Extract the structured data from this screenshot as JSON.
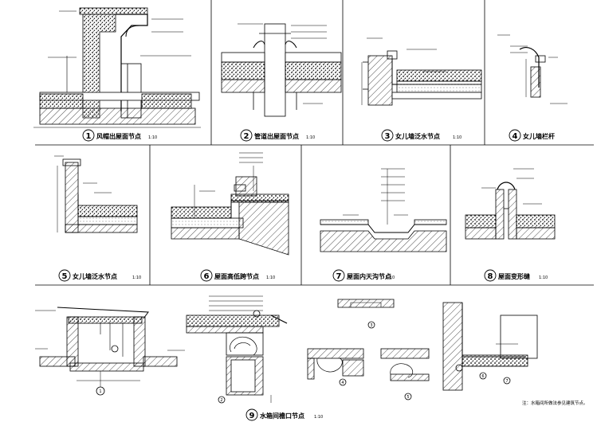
{
  "details": [
    {
      "num": "1",
      "title": "风帽出屋面节点",
      "scale": "1:10"
    },
    {
      "num": "2",
      "title": "管道出屋面节点",
      "scale": "1:10"
    },
    {
      "num": "3",
      "title": "女儿墙泛水节点",
      "scale": "1:10"
    },
    {
      "num": "4",
      "title": "女儿墙栏杆",
      "scale": ""
    },
    {
      "num": "5",
      "title": "女儿墙泛水节点",
      "scale": "1:10"
    },
    {
      "num": "6",
      "title": "屋面高低跨节点",
      "scale": "1:10"
    },
    {
      "num": "7",
      "title": "屋面内天沟节点",
      "scale": "1:10"
    },
    {
      "num": "8",
      "title": "屋面变形缝",
      "scale": "1:10"
    },
    {
      "num": "9",
      "title": "水箱间檐口节点",
      "scale": "1:10"
    }
  ],
  "sub_markers": [
    "1",
    "2",
    "3",
    "4",
    "5",
    "6",
    "7"
  ],
  "bottom_note": "注：水箱间所做法参见建筑节点。"
}
